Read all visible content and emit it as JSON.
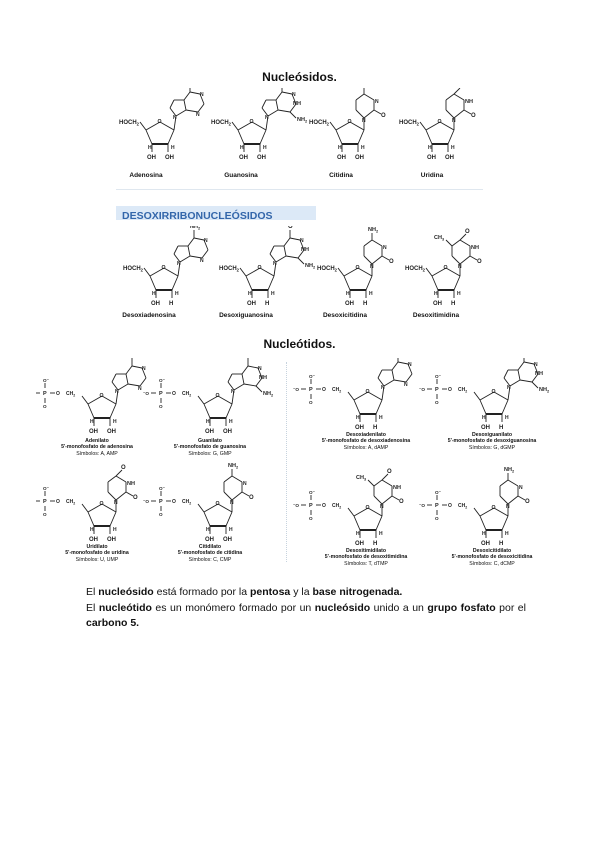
{
  "page": {
    "title_nucleosides": "Nucleósidos.",
    "title_nucleotides": "Nucleótidos.",
    "banner_deoxy": "DESOXIRRIBONUCLEÓSIDOS"
  },
  "atoms": {
    "hoch2": "HOCH",
    "sub2": "2",
    "oh": "OH",
    "h": "H",
    "nh2": "NH",
    "nh": "NH",
    "n": "N",
    "o": "O",
    "ch3": "CH",
    "sub3": "3",
    "p": "P"
  },
  "ribonucleosides": [
    {
      "name": "Adenosina"
    },
    {
      "name": "Guanosina"
    },
    {
      "name": "Citidina"
    },
    {
      "name": "Uridina"
    }
  ],
  "deoxyribonucleosides": [
    {
      "name": "Desoxiadenosina"
    },
    {
      "name": "Desoxiguanosina"
    },
    {
      "name": "Desoxicitidina"
    },
    {
      "name": "Desoxitimidina"
    }
  ],
  "nucleotides": [
    {
      "name": "Adenilato",
      "desc": "5'-monofosfato de adenosina",
      "symbols": "Símbolos: A, AMP"
    },
    {
      "name": "Guanilato",
      "desc": "5'-monofosfato de guanosina",
      "symbols": "Símbolos: G, GMP"
    },
    {
      "name": "Desoxiadenilato",
      "desc": "5'-monofosfato de desoxiadenosina",
      "symbols": "Símbolos: A, dAMP"
    },
    {
      "name": "Desoxiguanilato",
      "desc": "5'-monofosfato de desoxiguanosina",
      "symbols": "Símbolos: G, dGMP"
    },
    {
      "name": "Uridilato",
      "desc": "5'-monofosfato de uridina",
      "symbols": "Símbolos: U, UMP"
    },
    {
      "name": "Citidilato",
      "desc": "5'-monofosfato de citidina",
      "symbols": "Símbolos: C, CMP"
    },
    {
      "name": "Desoxitimidilato",
      "desc": "5'-monofosfato de desoxitimidina",
      "symbols": "Símbolos: T, dTMP"
    },
    {
      "name": "Desoxicitidilato",
      "desc": "5'-monofosfato de desoxicitidina",
      "symbols": "Símbolos: C, dCMP"
    }
  ],
  "text": {
    "p1_a": "El ",
    "p1_b": "nucleósido",
    "p1_c": " está formado por la ",
    "p1_d": "pentosa",
    "p1_e": " y la ",
    "p1_f": "base nitrogenada.",
    "p2_a": "El ",
    "p2_b": "nucleótido",
    "p2_c": " es un monómero formado por un ",
    "p2_d": "nucleósido",
    "p2_e": " unido a un ",
    "p2_f": "grupo fosfato",
    "p2_g": " por el ",
    "p2_h": "carbono 5."
  }
}
